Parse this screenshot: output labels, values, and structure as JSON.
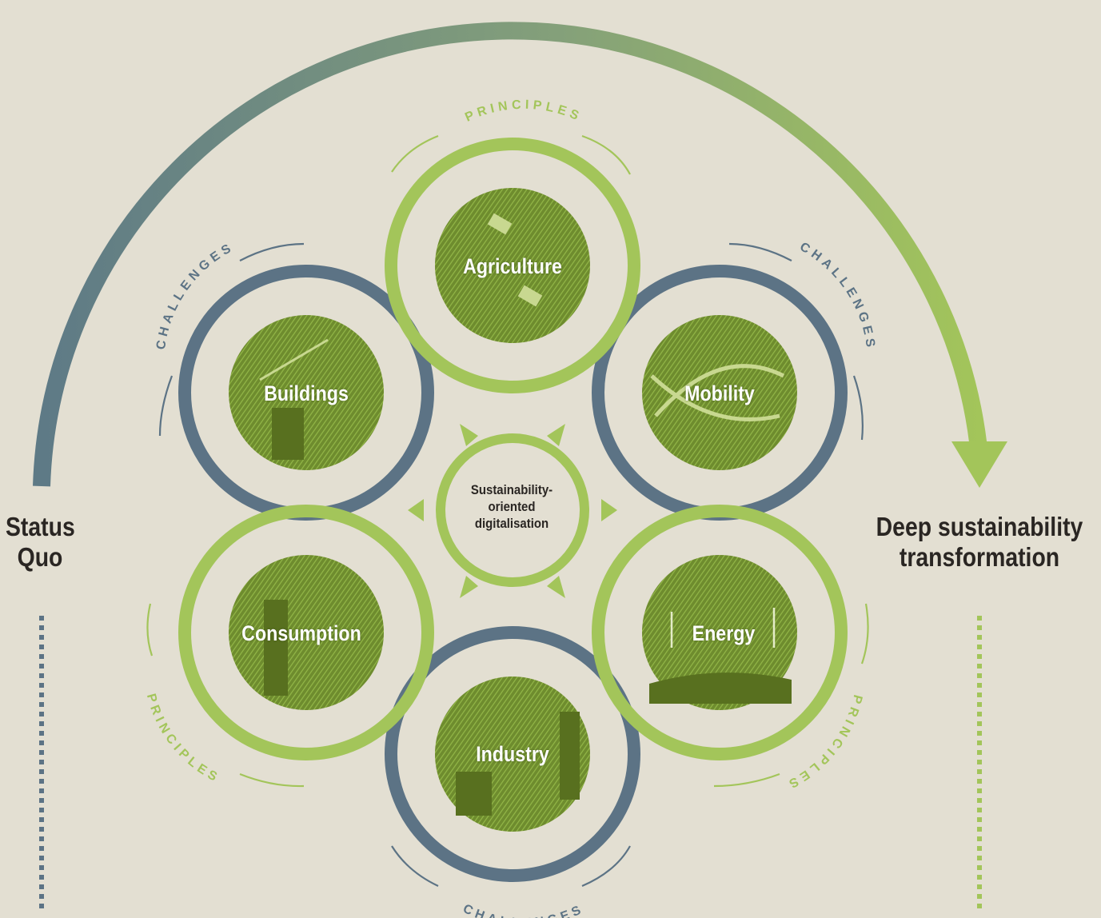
{
  "left_label": "Status Quo",
  "right_label": "Deep sustainability transformation",
  "center_label": "Sustainability-oriented digitalisation",
  "sectors": [
    "Agriculture",
    "Mobility",
    "Energy",
    "Industry",
    "Consumption",
    "Buildings"
  ],
  "ring_labels": {
    "principles": "PRINCIPLES",
    "challenges": "CHALLENGES"
  },
  "colors": {
    "background": "#e3dfd2",
    "green": "#a3c55a",
    "slate": "#5c7385",
    "text_dark": "#2a2623"
  }
}
